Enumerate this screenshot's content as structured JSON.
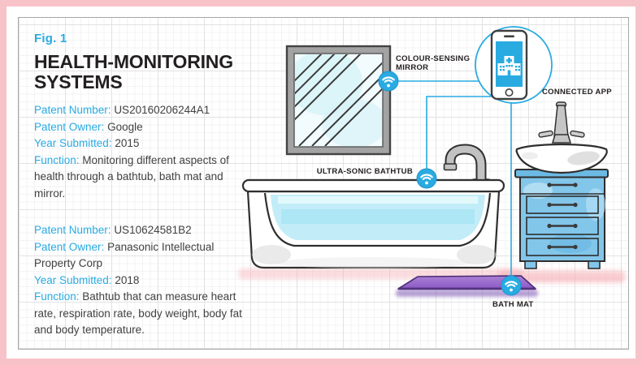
{
  "figure": {
    "fig_label": "Fig. 1",
    "title": "HEALTH-MONITORING SYSTEMS"
  },
  "patents": [
    {
      "number_label": "Patent Number:",
      "number": "US20160206244A1",
      "owner_label": "Patent Owner:",
      "owner": "Google",
      "year_label": "Year Submitted:",
      "year": "2015",
      "function_label": "Function:",
      "function": "Monitoring different aspects of health through a bathtub, bath mat and mirror."
    },
    {
      "number_label": "Patent Number:",
      "number": "US10624581B2",
      "owner_label": "Patent Owner:",
      "owner": "Panasonic Intellectual Property Corp",
      "year_label": "Year Submitted:",
      "year": "2018",
      "function_label": "Function:",
      "function": "Bathtub that can measure heart rate, respiration rate, body weight, body fat and body temperature."
    }
  ],
  "diagram": {
    "mirror_label": "COLOUR-SENSING MIRROR",
    "bathtub_label": "ULTRA-SONIC BATHTUB",
    "app_label": "CONNECTED APP",
    "mat_label": "BATH MAT",
    "icons": {
      "wifi": "wifi-icon",
      "app": "hospital-app-icon"
    }
  },
  "colors": {
    "accent_blue": "#29abe2",
    "border_pink": "#f8c3c8",
    "cabinet_blue": "#82c6ea",
    "water_cyan": "#c2edf8",
    "mat_purple": "#9161c9",
    "text_dark": "#414042"
  }
}
